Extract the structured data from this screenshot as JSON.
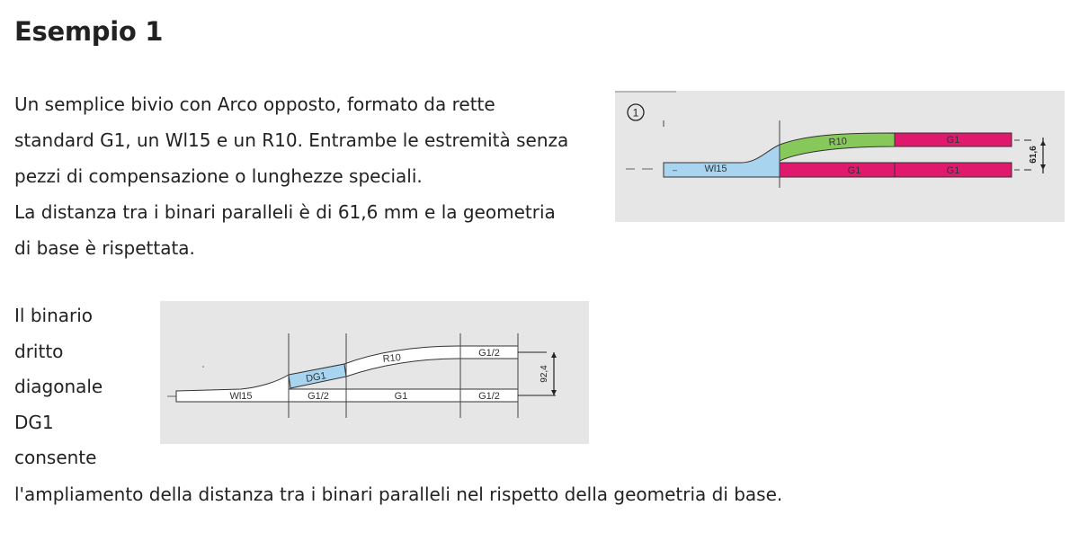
{
  "title": "Esempio 1",
  "paragraph1": [
    "Un semplice bivio con Arco opposto, formato da rette",
    "standard G1, un Wl15 e un R10. Entrambe le estremità senza",
    "pezzi di compensazione o lunghezze speciali.",
    "La distanza tra i binari paralleli è di 61,6 mm e la geometria",
    "di base è rispettata."
  ],
  "figure1": {
    "number": "1",
    "labels": {
      "wl15": "Wl15",
      "r10": "R10",
      "g1_top": "G1",
      "g1_a": "G1",
      "g1_b": "G1",
      "dimension": "61,6",
      "dash": "–"
    },
    "colors": {
      "wl15": "#a8d4f0",
      "r10": "#86c95a",
      "g1": "#e0186e",
      "background": "#e6e6e6"
    }
  },
  "paragraph2": [
    "Il binario",
    "dritto",
    "diagonale",
    "DG1",
    "consente"
  ],
  "paragraph3": "l'ampliamento della distanza tra i binari paralleli nel rispetto della geometria di base.",
  "figure2": {
    "labels": {
      "wl15": "Wl15",
      "dg1": "DG1",
      "r10": "R10",
      "g12_top": "G1/2",
      "g12_a": "G1/2",
      "g1": "G1",
      "g12_b": "G1/2",
      "dimension": "92,4"
    },
    "colors": {
      "dg1": "#a8d4f0",
      "background": "#e6e6e6"
    }
  }
}
